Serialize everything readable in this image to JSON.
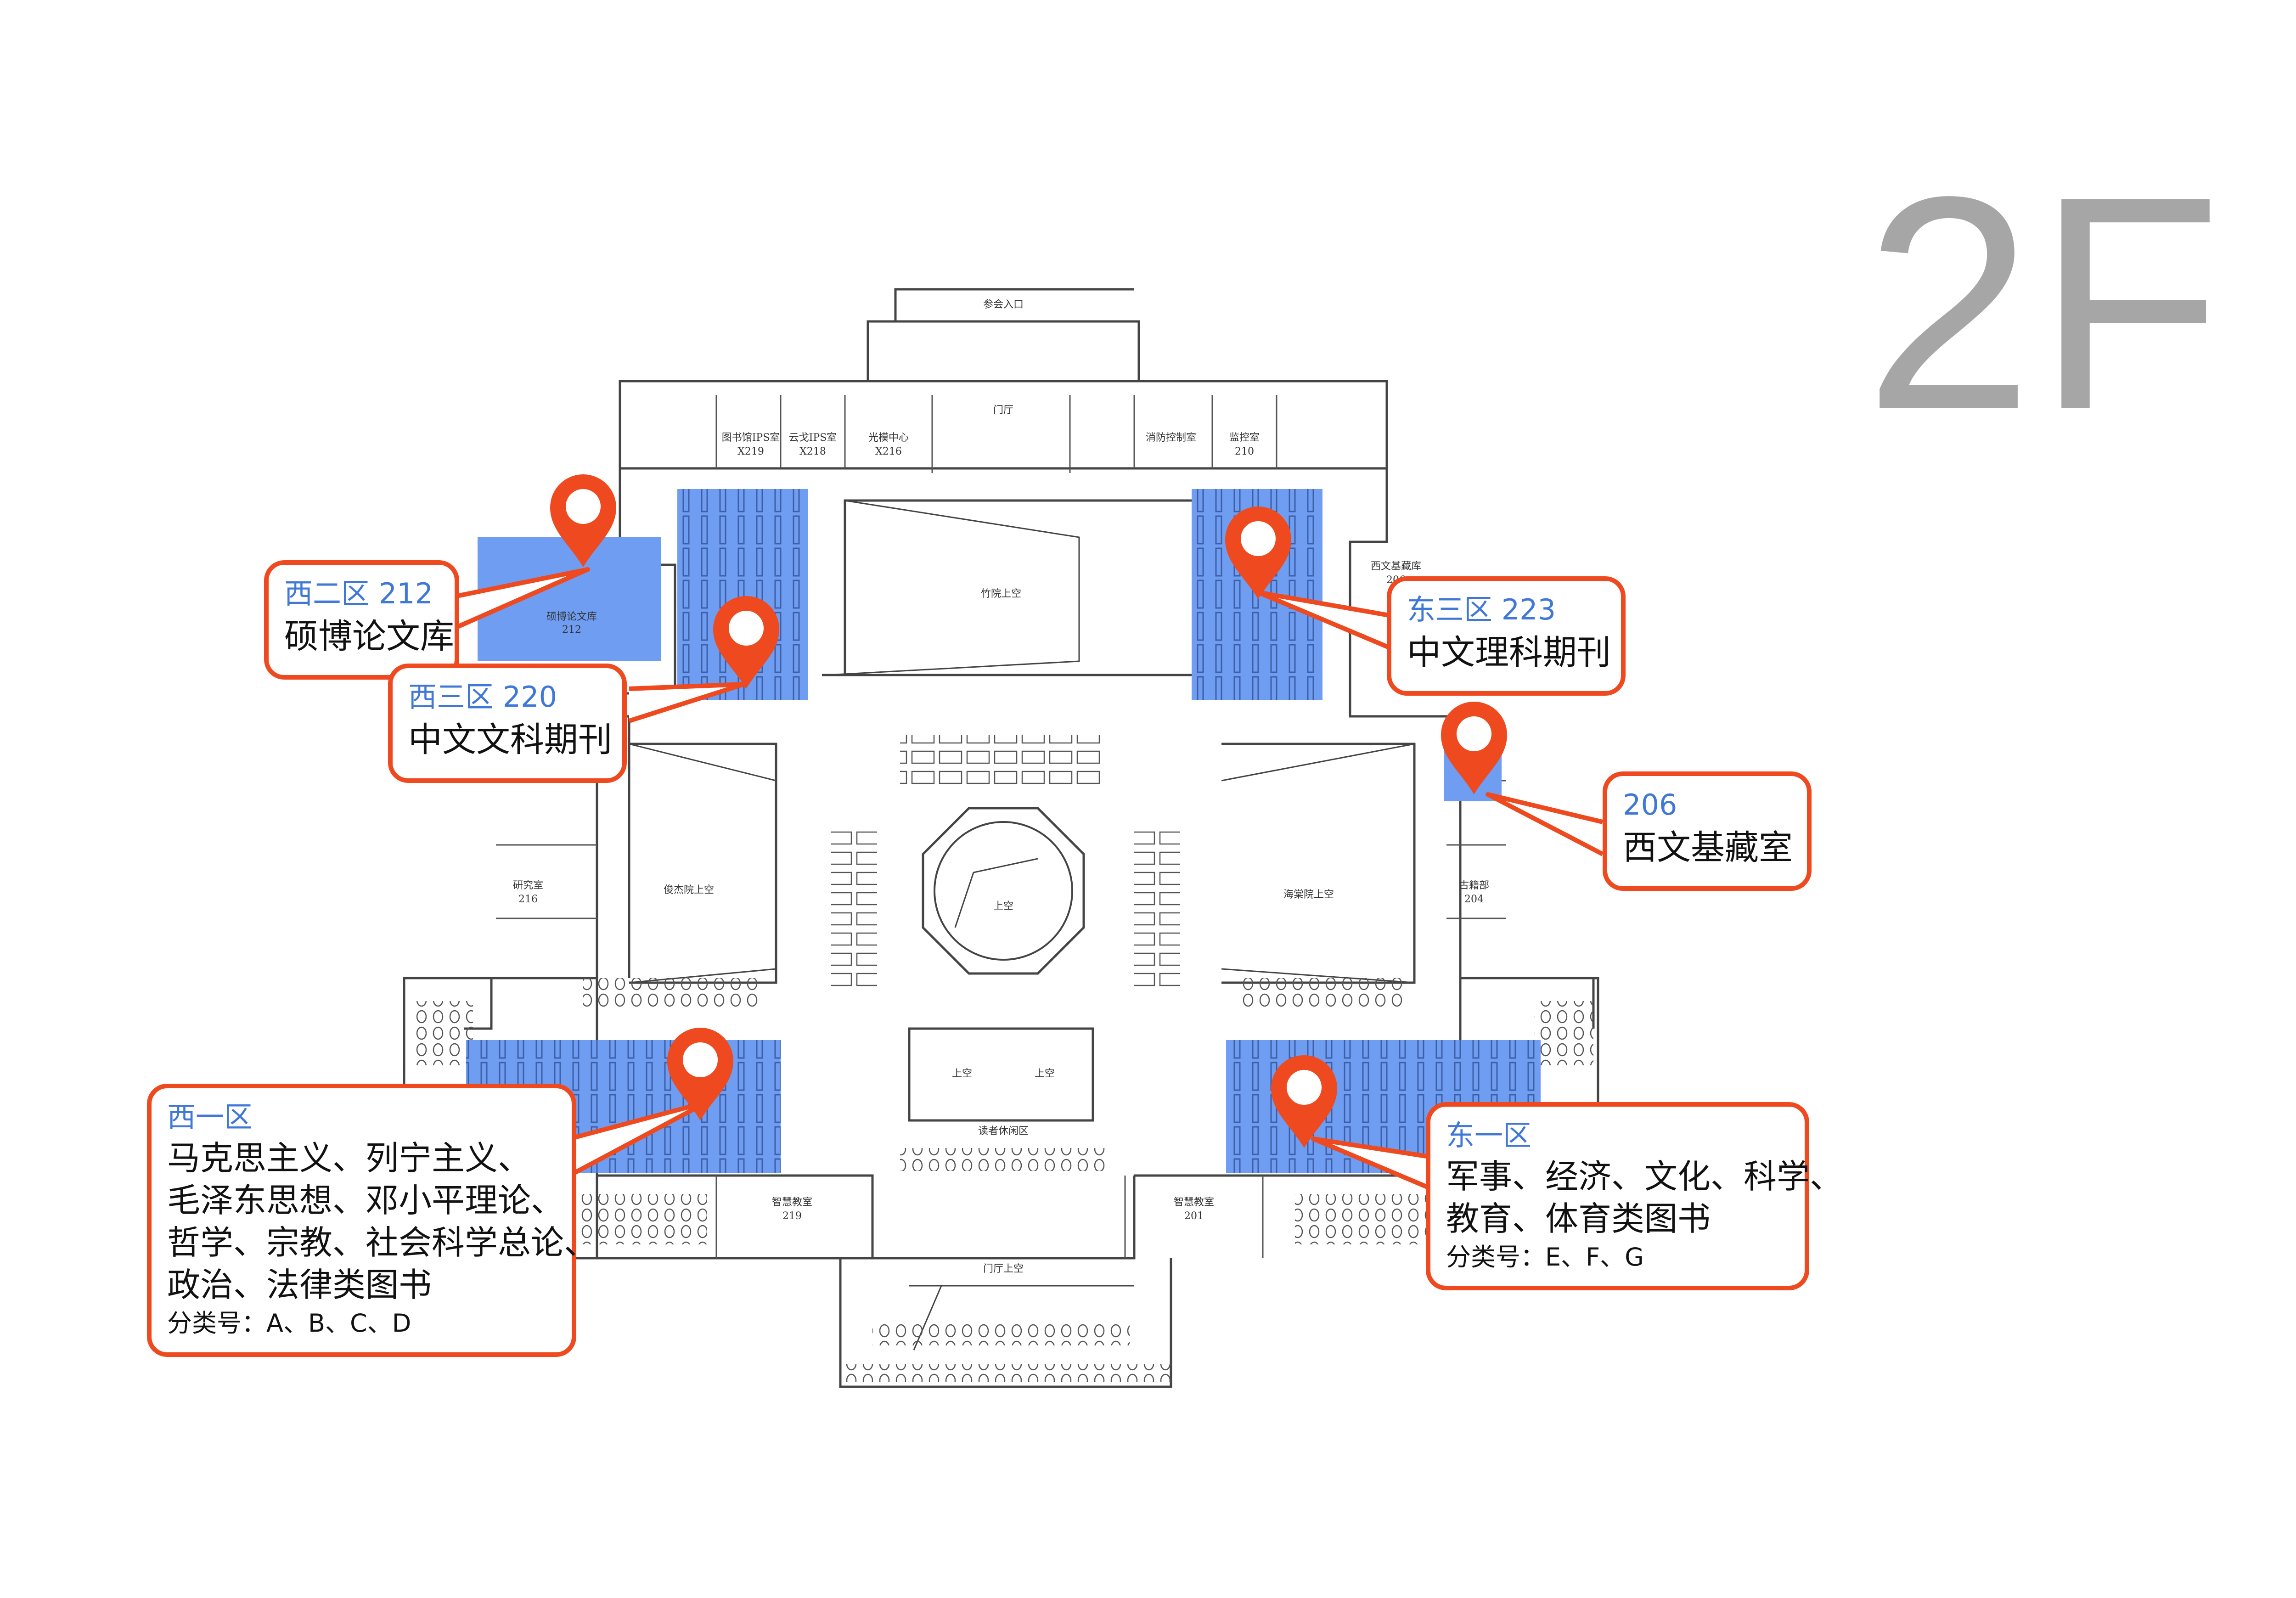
{
  "floor": {
    "label": "2F"
  },
  "colors": {
    "highlight": "#6f9df2",
    "accent": "#ef4a1f",
    "zone_text": "#3f78d6",
    "floor_label": "#a6a6a6",
    "plan_line": "#444444"
  },
  "icons": {
    "marker": "map-pin-icon"
  },
  "rooms": {
    "entrance_top": "参会入口",
    "lobby_top": "门厅",
    "lib_ps": "图书馆IPS室",
    "lib_ps_no": "X219",
    "cloud_ps": "云戈IPS室",
    "cloud_ps_no": "X218",
    "photo_center": "光模中心",
    "photo_center_no": "X216",
    "fire_control": "消防控制室",
    "monitor": "监控室",
    "monitor_no": "210",
    "zhuyuan": "竹院上空",
    "jusheng": "俊杰院上空",
    "haitang": "海棠院上空",
    "center_void": "上空",
    "courtyard_void_left": "上空",
    "courtyard_void_right": "上空",
    "reader_rest": "读者休闲区",
    "lobby_void": "门厅上空",
    "research": "研究室",
    "research_no": "216",
    "ancient": "古籍部",
    "ancient_no": "204",
    "smart_classroom_left": "智慧教室",
    "smart_classroom_left_no": "219",
    "smart_classroom_right": "智慧教室",
    "smart_classroom_right_no": "201",
    "thesis_room": "硕博论文库",
    "thesis_room_no": "212",
    "western_store": "西文基藏库",
    "western_store_no": "206"
  },
  "callouts": {
    "west2": {
      "zone": "西二区 212",
      "title": "硕博论文库"
    },
    "west3": {
      "zone": "西三区 220",
      "title": "中文文科期刊"
    },
    "east3": {
      "zone": "东三区 223",
      "title": "中文理科期刊"
    },
    "r206": {
      "zone": "206",
      "title": "西文基藏室"
    },
    "west1": {
      "zone": "西一区",
      "desc": "马克思主义、列宁主义、\n毛泽东思想、邓小平理论、\n哲学、宗教、社会科学总论、\n政治、法律类图书",
      "classes": "分类号：A、B、C、D"
    },
    "east1": {
      "zone": "东一区",
      "desc": "军事、经济、文化、科学、\n教育、体育类图书",
      "classes": "分类号：E、F、G"
    }
  }
}
